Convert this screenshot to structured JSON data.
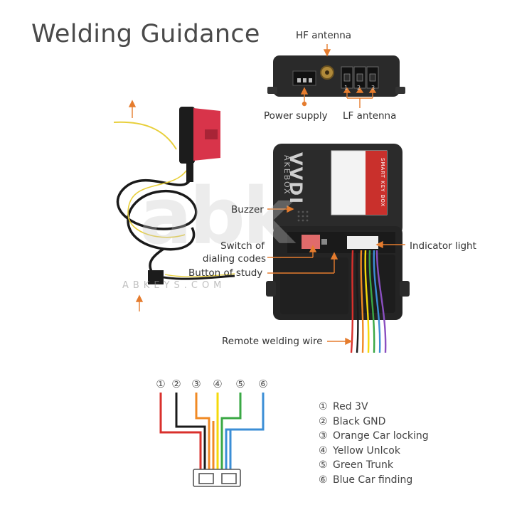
{
  "title": "Welding Guidance",
  "labels": {
    "hf_antenna": "HF antenna",
    "power_supply": "Power supply",
    "lf_antenna": "LF antenna",
    "buzzer": "Buzzer",
    "switch_line1": "Switch of",
    "switch_line2": "dialing codes",
    "button_study": "Button of study",
    "indicator": "Indicator light",
    "remote_wire": "Remote welding wire"
  },
  "device": {
    "brand_text": "VVDI",
    "sub_text": "AKEBOX",
    "sticker_text": "SMART KEY BOX",
    "port_numbers": [
      "1",
      "2",
      "3"
    ]
  },
  "watermark": {
    "logo": "abk",
    "text": "ABKEYS.COM"
  },
  "wire_numbers": [
    "①",
    "②",
    "③",
    "④",
    "⑤",
    "⑥"
  ],
  "legend": [
    {
      "num": "①",
      "text": "Red 3V"
    },
    {
      "num": "②",
      "text": "Black GND"
    },
    {
      "num": "③",
      "text": "Orange Car locking"
    },
    {
      "num": "④",
      "text": "Yellow Unlcok"
    },
    {
      "num": "⑤",
      "text": "Green Trunk"
    },
    {
      "num": "⑥",
      "text": "Blue Car finding"
    }
  ],
  "colors": {
    "accent": "#e57c2e",
    "red": "#d9302c",
    "black": "#1a1a1a",
    "orange": "#f08a24",
    "yellow": "#f5d90a",
    "green": "#3aa845",
    "blue": "#3b8ed6",
    "obd_red": "#d8344a"
  }
}
